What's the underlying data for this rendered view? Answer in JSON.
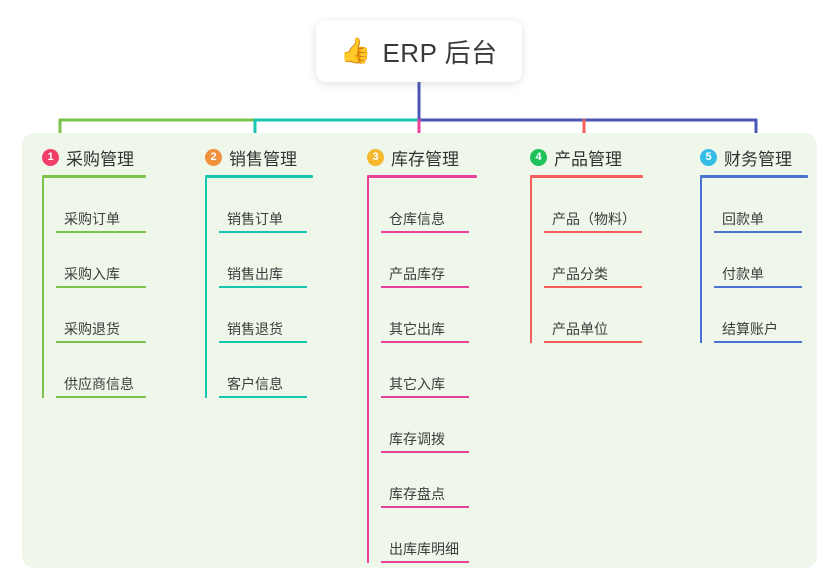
{
  "root": {
    "icon": "thumbs-up-icon",
    "icon_glyph": "👍",
    "title": "ERP 后台"
  },
  "colors": {
    "panel_bg": "#eef7e9",
    "canvas_bg": "#ffffff",
    "title_text": "#3a3a3a",
    "root_stem": "#4a55b5"
  },
  "columns": [
    {
      "number": "1",
      "title": "采购管理",
      "badge_color": "#f0406a",
      "line_color": "#7dc24b",
      "connector_color": "#7dc24b",
      "items": [
        "采购订单",
        "采购入库",
        "采购退货",
        "供应商信息"
      ]
    },
    {
      "number": "2",
      "title": "销售管理",
      "badge_color": "#f2913d",
      "line_color": "#16c6b0",
      "connector_color": "#16c6b0",
      "items": [
        "销售订单",
        "销售出库",
        "销售退货",
        "客户信息"
      ]
    },
    {
      "number": "3",
      "title": "库存管理",
      "badge_color": "#f5b82e",
      "line_color": "#e8419a",
      "connector_color": "#e8419a",
      "items": [
        "仓库信息",
        "产品库存",
        "其它出库",
        "其它入库",
        "库存调拨",
        "库存盘点",
        "出库库明细"
      ]
    },
    {
      "number": "4",
      "title": "产品管理",
      "badge_color": "#21c25a",
      "line_color": "#f55d5d",
      "connector_color": "#f55d5d",
      "items": [
        "产品（物料）",
        "产品分类",
        "产品单位"
      ]
    },
    {
      "number": "5",
      "title": "财务管理",
      "badge_color": "#35bde8",
      "line_color": "#4a72d4",
      "connector_color": "#4a55b5",
      "items": [
        "回款单",
        "付款单",
        "结算账户"
      ]
    }
  ]
}
